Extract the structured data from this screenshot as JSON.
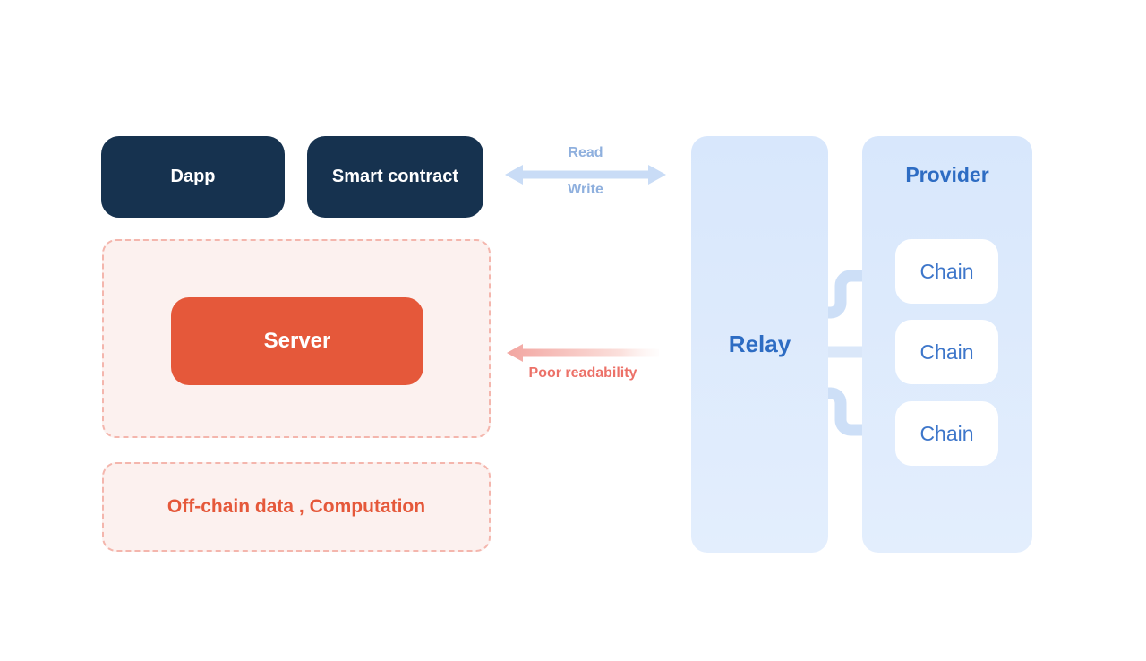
{
  "diagram": {
    "nodes": {
      "dapp": {
        "label": "Dapp"
      },
      "smart_contract": {
        "label": "Smart contract"
      },
      "server": {
        "label": "Server"
      },
      "offchain": {
        "label": "Off-chain data , Computation"
      },
      "relay": {
        "label": "Relay"
      },
      "provider": {
        "label": "Provider"
      },
      "chains": [
        {
          "label": "Chain"
        },
        {
          "label": "Chain"
        },
        {
          "label": "Chain"
        }
      ]
    },
    "arrows": {
      "read_label": "Read",
      "write_label": "Write",
      "poor_label": "Poor readability"
    },
    "colors": {
      "navy": "#16324f",
      "orange": "#e5583a",
      "pink_bg": "#fcf1ef",
      "pink_border": "#f4b6ad",
      "blue_bg": "#dbe9fc",
      "blue_text": "#2d6cc3",
      "chain_text": "#3d76ca",
      "arrow_blue": "#c9dcf6",
      "readwrite_text": "#8fb0de",
      "poor_text": "#ec7168",
      "connector": "#cddff7"
    }
  }
}
